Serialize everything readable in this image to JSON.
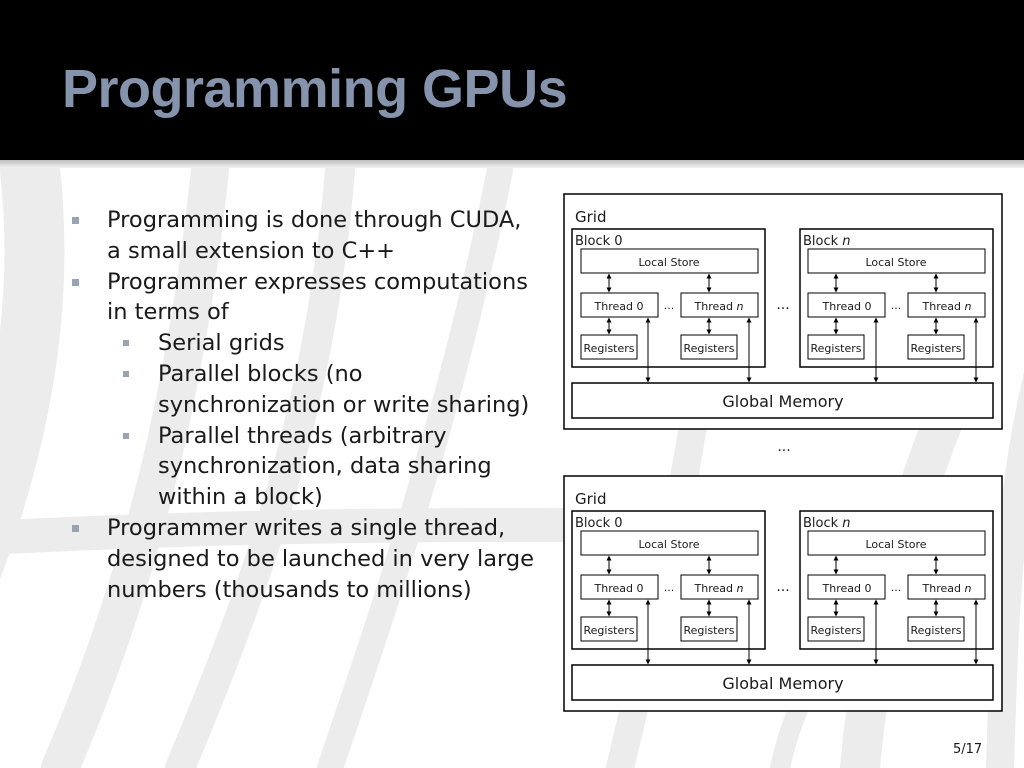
{
  "slide": {
    "title": "Programming GPUs",
    "page_number": "5/17"
  },
  "bullets": [
    {
      "level": 1,
      "text": "Programming is done through CUDA, a small extension to C++"
    },
    {
      "level": 1,
      "text": "Programmer expresses computations in terms of"
    },
    {
      "level": 2,
      "text": "Serial grids"
    },
    {
      "level": 2,
      "text": "Parallel blocks (no synchronization or write sharing)"
    },
    {
      "level": 2,
      "text": "Parallel threads (arbitrary synchronization, data sharing within a block)"
    },
    {
      "level": 1,
      "text": "Programmer writes a single thread, designed to be launched in very large numbers (thousands to millions)"
    }
  ],
  "diagram": {
    "grid_label": "Grid",
    "block_first_prefix": "Block ",
    "block_first_index": "0",
    "block_last_prefix": "Block ",
    "block_last_index": "n",
    "local_store": "Local Store",
    "thread_prefix": "Thread ",
    "thread_first_index": "0",
    "thread_last_index": "n",
    "registers": "Registers",
    "global_memory": "Global Memory",
    "ellipsis": "..."
  },
  "colors": {
    "header_bg": "#000000",
    "title_color": "#8593ad",
    "bullet_marker": "#9aa3b2"
  }
}
